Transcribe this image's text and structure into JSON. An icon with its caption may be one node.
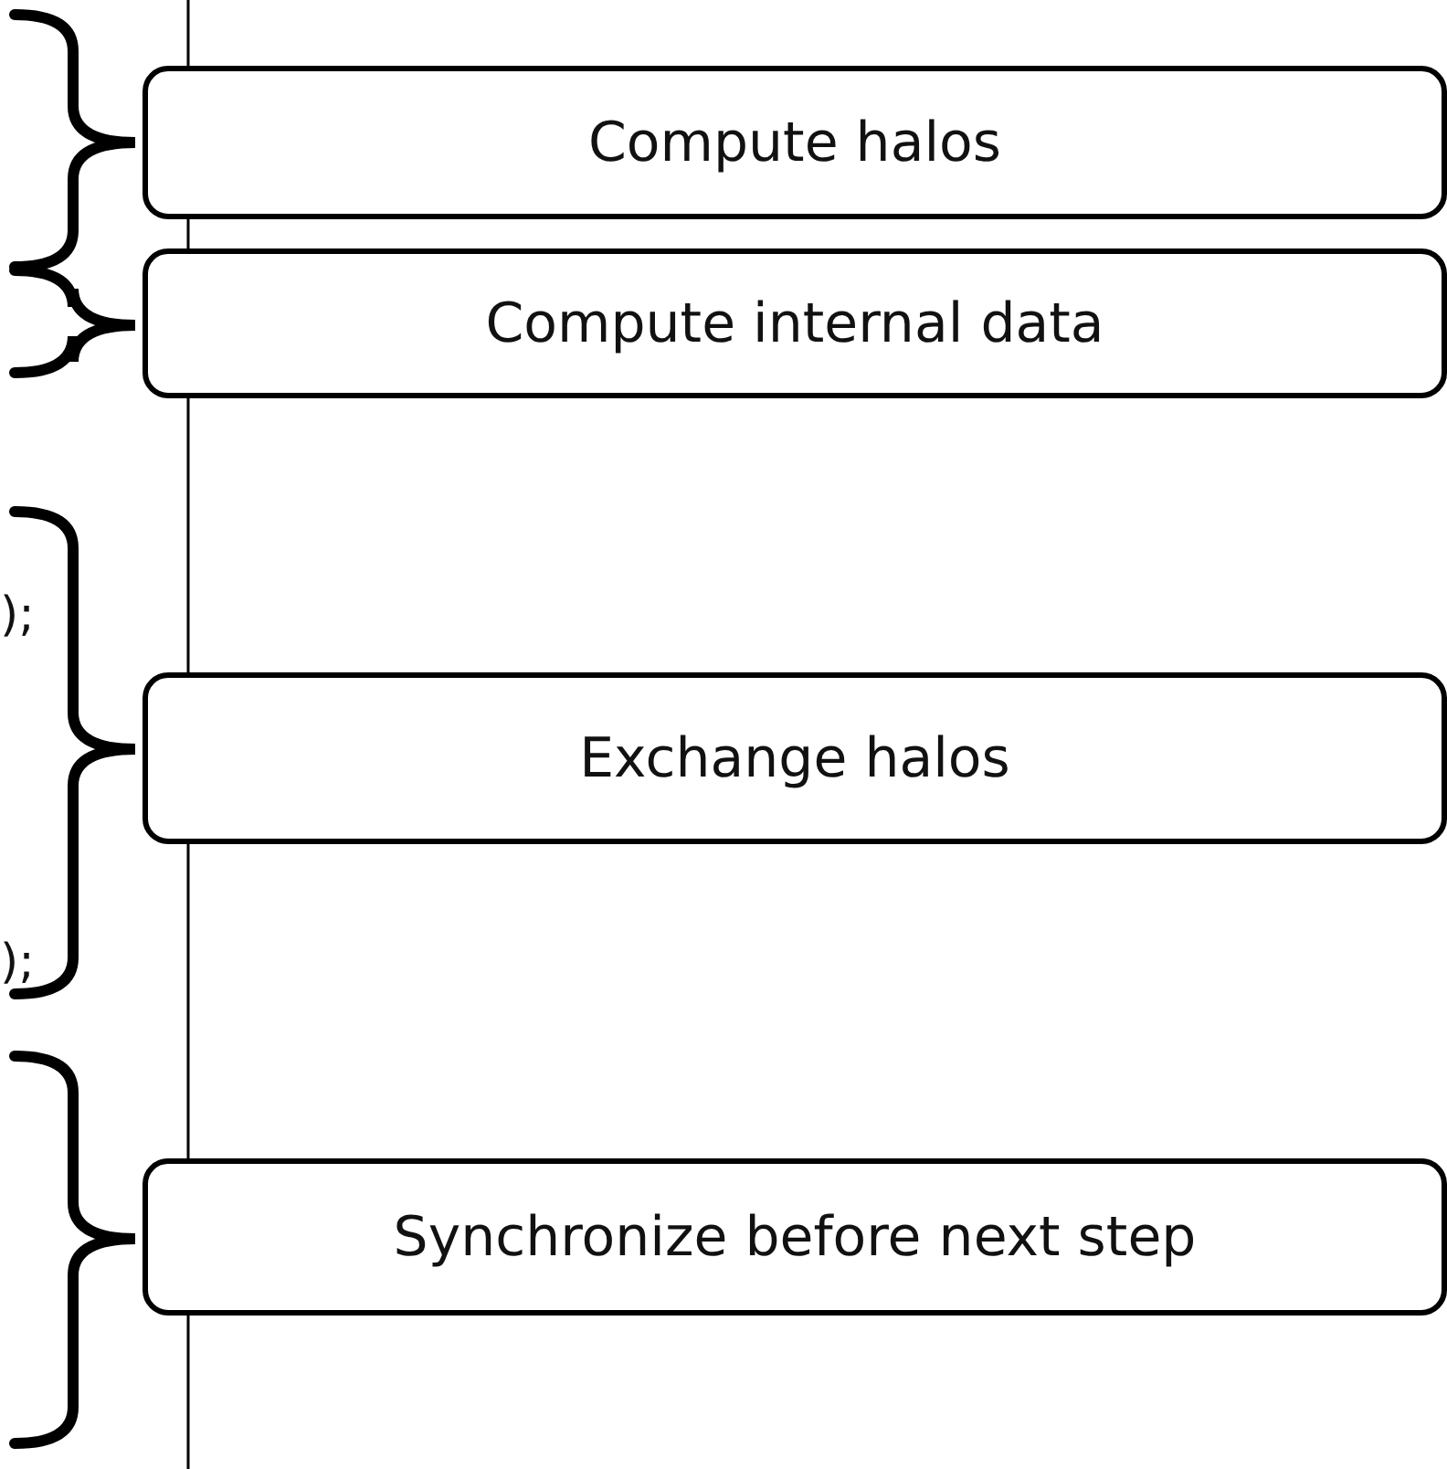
{
  "diagram": {
    "nodes": [
      {
        "text": [
          "Compute halos"
        ]
      },
      {
        "text": [
          "Compute internal data"
        ]
      },
      {
        "text": [
          "Exchange halos"
        ]
      },
      {
        "text": [
          "Synchronize before next step"
        ]
      }
    ],
    "edges": [],
    "labels": [
      ");",
      ");"
    ]
  }
}
